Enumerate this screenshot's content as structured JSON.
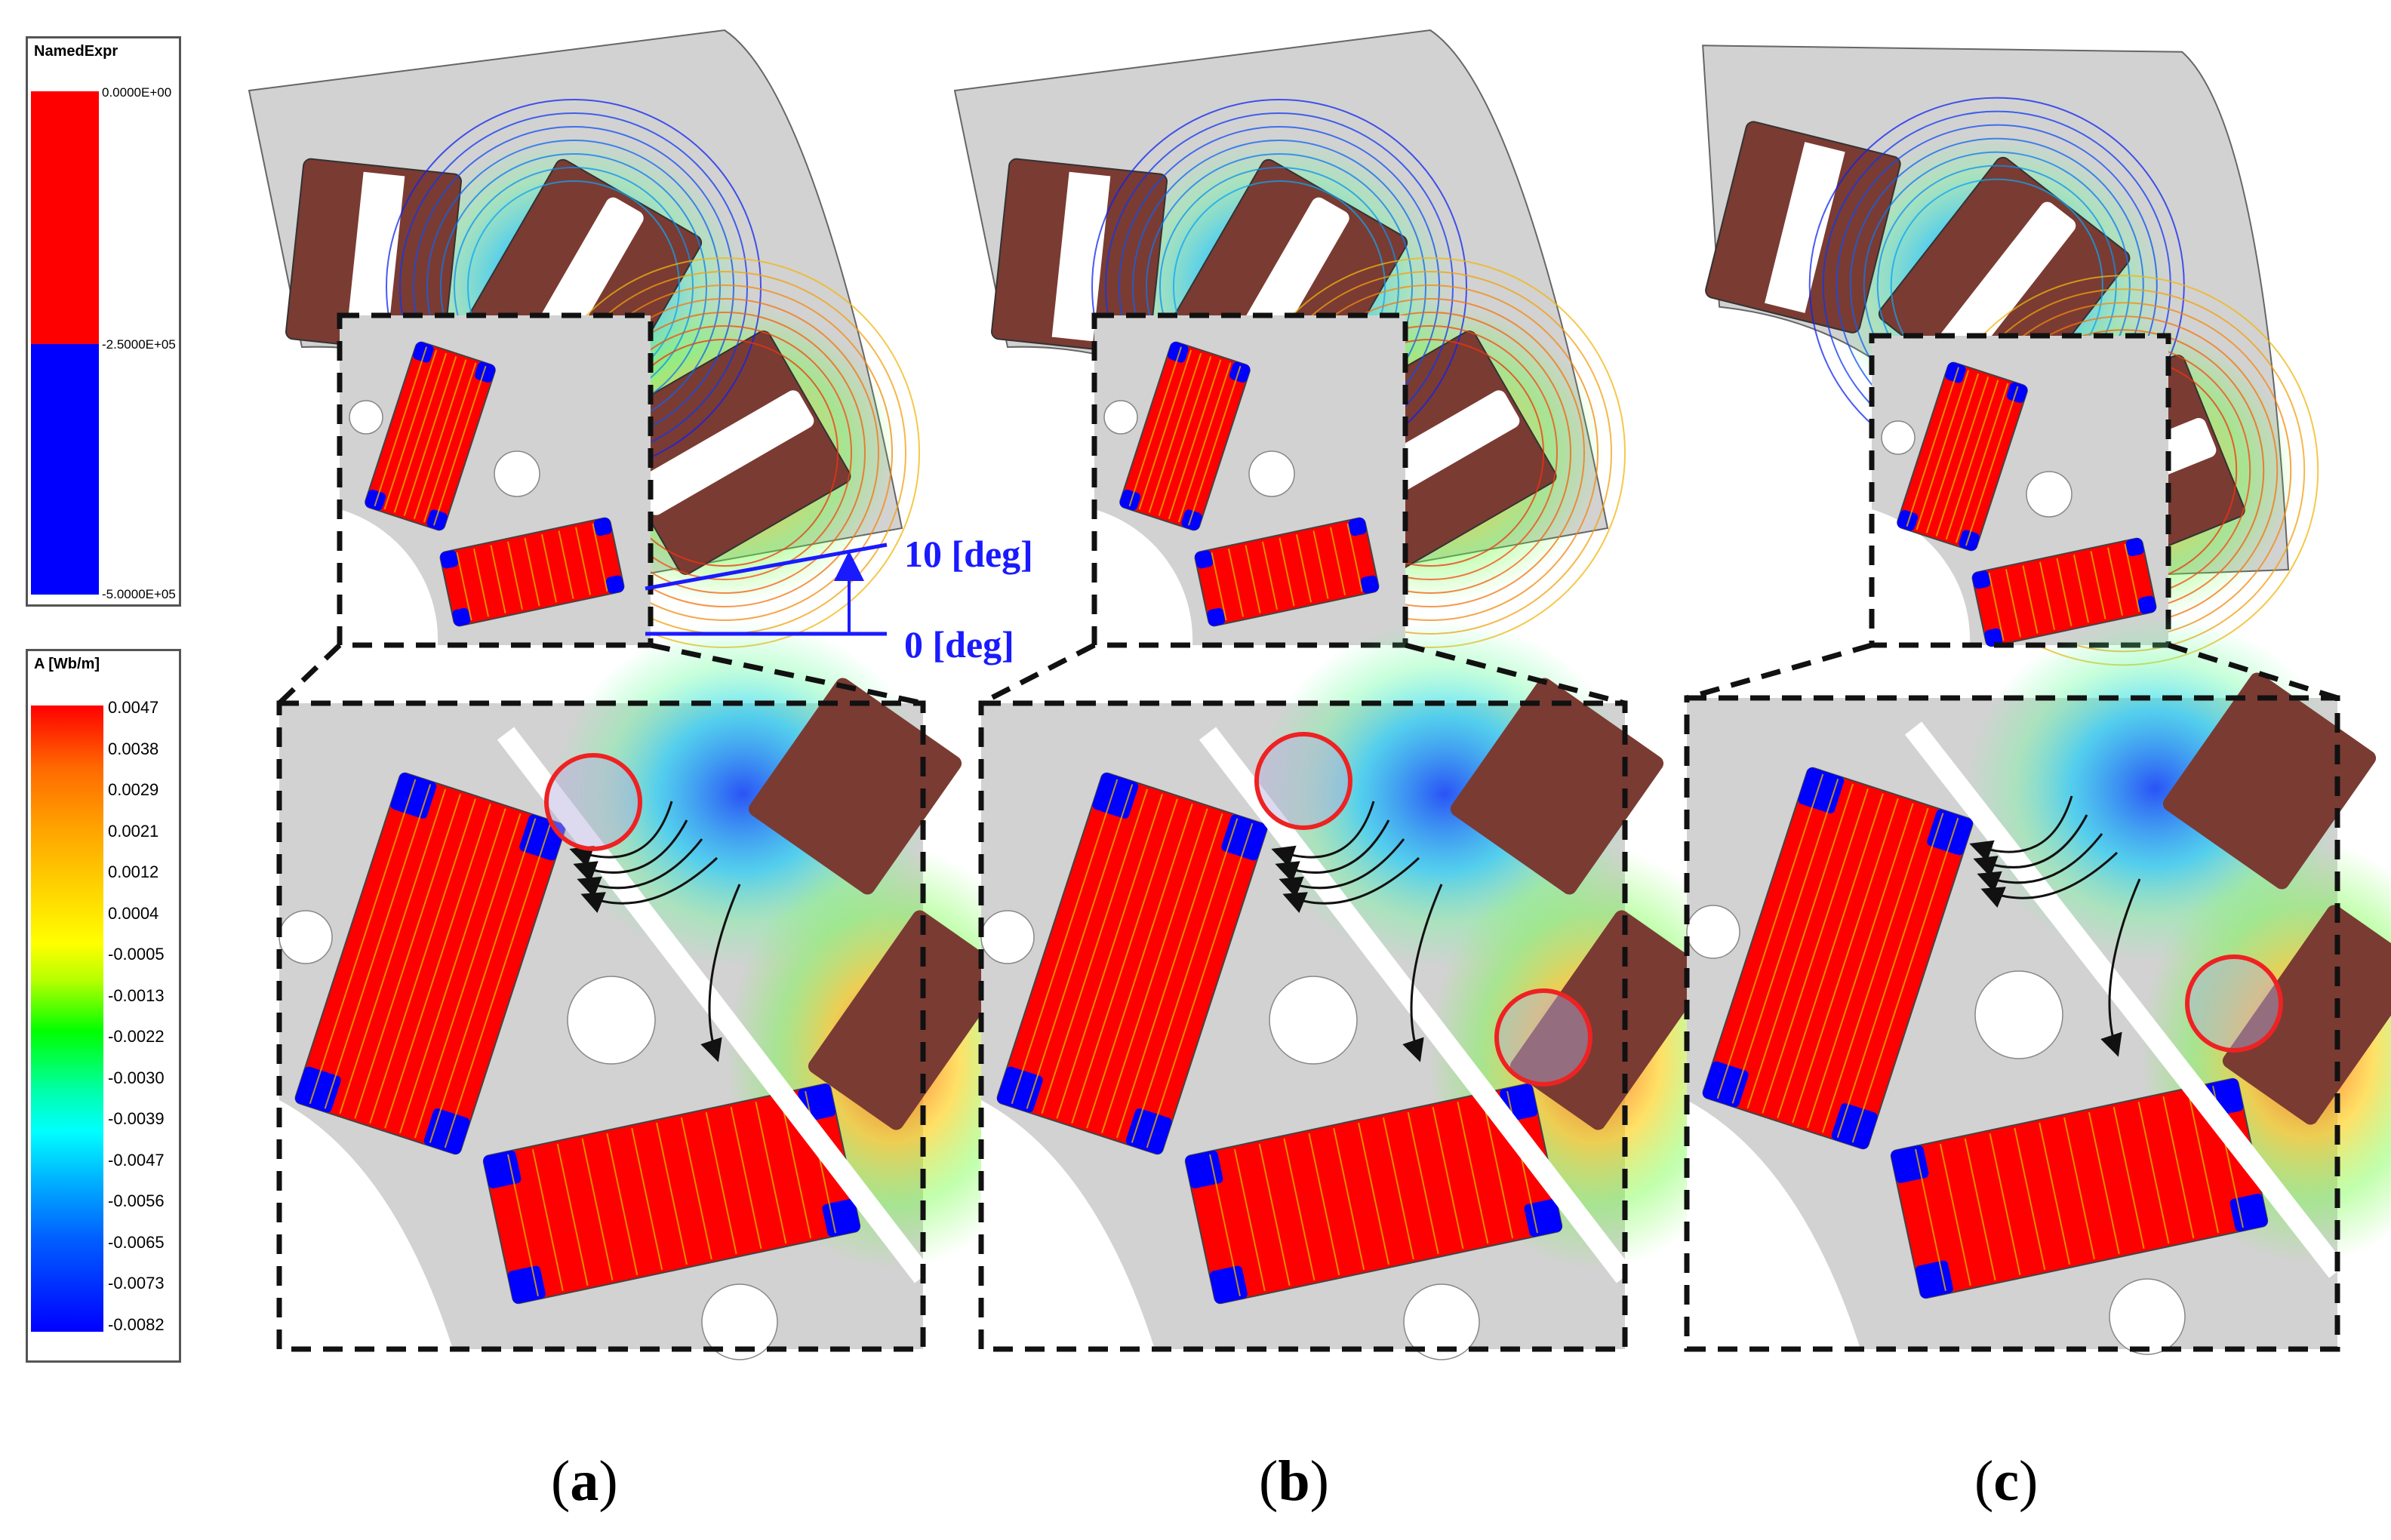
{
  "legend_named": {
    "title": "NamedExpr",
    "ticks": [
      "0.0000E+00",
      "-2.5000E+05",
      "-5.0000E+05"
    ],
    "colors": [
      "#ff0000",
      "#0000ff"
    ]
  },
  "legend_a": {
    "title": "A [Wb/m]",
    "ticks": [
      "0.0047",
      "0.0038",
      "0.0029",
      "0.0021",
      "0.0012",
      "0.0004",
      "-0.0005",
      "-0.0013",
      "-0.0022",
      "-0.0030",
      "-0.0039",
      "-0.0047",
      "-0.0056",
      "-0.0065",
      "-0.0073",
      "-0.0082"
    ]
  },
  "angles": {
    "upper": "10 [deg]",
    "lower": "0 [deg]"
  },
  "captions": [
    {
      "open": "(",
      "letter": "a",
      "close": ")"
    },
    {
      "open": "(",
      "letter": "b",
      "close": ")"
    },
    {
      "open": "(",
      "letter": "c",
      "close": ")"
    }
  ],
  "colors": {
    "core": "#d2d2d2",
    "stator_coil": "#7a3b33",
    "magnet_red": "#ff0000",
    "magnet_blue": "#0000ff",
    "highlight_circle": "#ee2222",
    "dashed_frame": "#111111",
    "angle_marker": "#1a1aff"
  }
}
